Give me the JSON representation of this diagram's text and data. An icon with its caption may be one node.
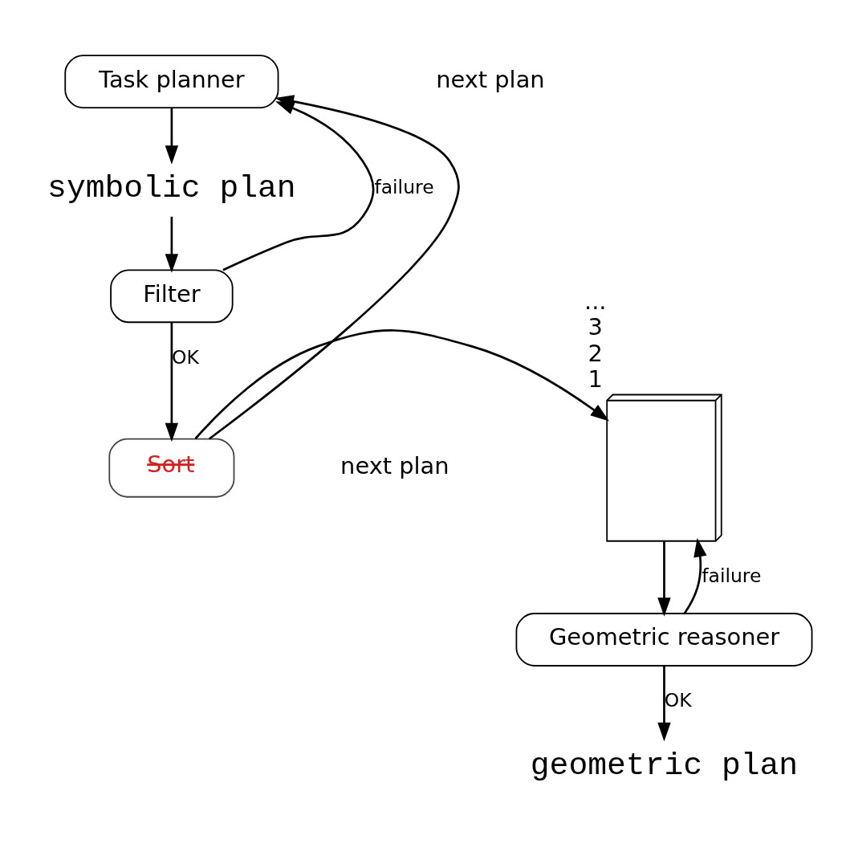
{
  "diagram": {
    "nodes": [
      {
        "text": [
          "Task planner"
        ]
      },
      {
        "text": [
          "symbolic plan"
        ]
      },
      {
        "text": [
          "Filter"
        ]
      },
      {
        "text": [
          "Sort"
        ]
      },
      {
        "text": [],
        "shape": "box",
        "beside": [
          "...",
          "3",
          "2",
          "1"
        ]
      },
      {
        "text": [
          "Geometric reasoner"
        ]
      },
      {
        "text": [
          "geometric plan"
        ]
      }
    ],
    "edges": [
      {
        "from": 0,
        "to": 1,
        "arrow": "to"
      },
      {
        "from": 1,
        "to": 2,
        "arrow": "to"
      },
      {
        "from": 2,
        "to": 3,
        "arrow": "to",
        "label": "OK"
      },
      {
        "from": 2,
        "to": 0,
        "arrow": "to",
        "label": "failure"
      },
      {
        "from": 3,
        "to": 0,
        "arrow": "to"
      },
      {
        "from": 3,
        "to": 4,
        "arrow": "to"
      },
      {
        "from": 4,
        "to": 5,
        "arrow": "to"
      },
      {
        "from": 5,
        "to": 4,
        "arrow": "to",
        "label": "failure"
      },
      {
        "from": 5,
        "to": 6,
        "arrow": "to",
        "label": "OK"
      }
    ],
    "labels": [
      "next plan",
      "next plan"
    ]
  }
}
